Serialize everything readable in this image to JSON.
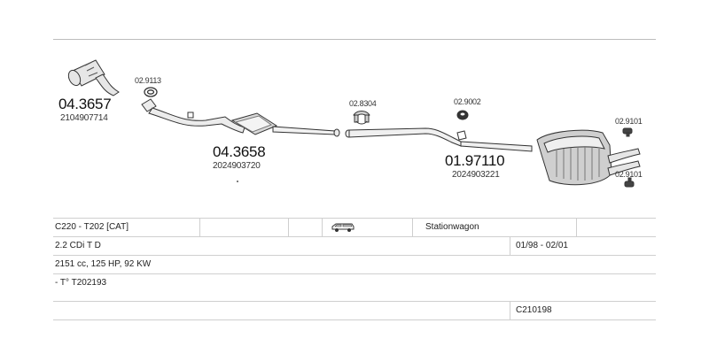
{
  "parts": {
    "cat_number": "04.3657",
    "cat_oem": "2104907714",
    "gasket_1": "02.9113",
    "front_pipe_number": "04.3658",
    "front_pipe_oem": "2024903720",
    "clamp_1": "02.8304",
    "clamp_2": "02.9002",
    "rear_silencer_number": "01.97110",
    "rear_silencer_oem": "2024903221",
    "hanger_1": "02.9101",
    "hanger_2": "02.9101"
  },
  "vehicle": {
    "model": "C220 - T202  [CAT]",
    "body_type": "Stationwagon",
    "engine": "2.2 CDi T D",
    "date_range": "01/98 - 02/01",
    "specs": "2151 cc, 125 HP, 92 KW",
    "type_code": "- T° T202193",
    "catalog_code": "C210198"
  },
  "icons": {
    "body_icon": "station-wagon-car-icon"
  }
}
